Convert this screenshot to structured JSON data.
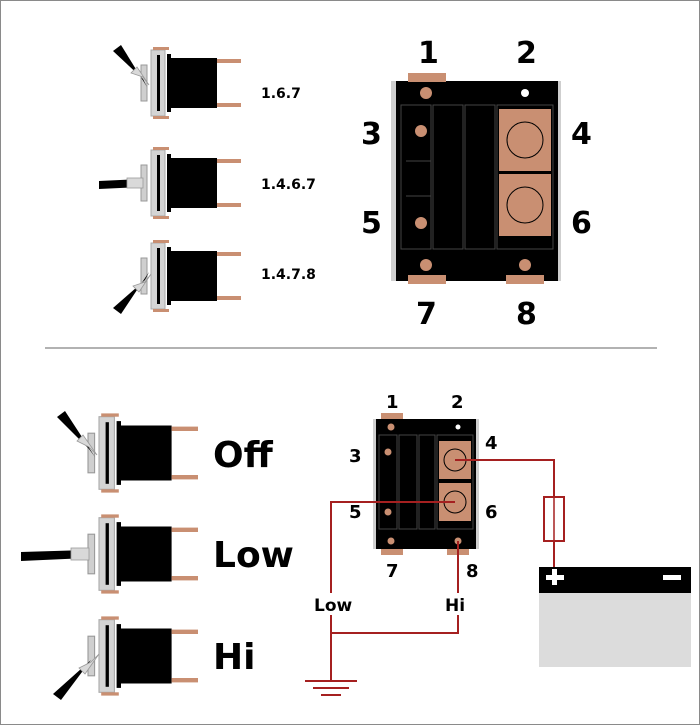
{
  "top": {
    "positions": [
      {
        "label": "1.6.7"
      },
      {
        "label": "1.4.6.7"
      },
      {
        "label": "1.4.7.8"
      }
    ],
    "terminals": [
      "1",
      "2",
      "3",
      "4",
      "5",
      "6",
      "7",
      "8"
    ]
  },
  "bottom": {
    "modes": [
      {
        "label": "Off"
      },
      {
        "label": "Low"
      },
      {
        "label": "Hi"
      }
    ],
    "terminals": [
      "1",
      "2",
      "3",
      "4",
      "5",
      "6",
      "7",
      "8"
    ],
    "wire_low_label": "Low",
    "wire_hi_label": "Hi"
  },
  "colors": {
    "copper": "#c98f72",
    "wire": "#a52020",
    "body": "#000000",
    "bezel": "#d6d6d6",
    "battery": "#dcdcdc"
  },
  "icons": [
    "toggle-switch-icon",
    "fuse-icon",
    "battery-icon",
    "ground-icon"
  ]
}
